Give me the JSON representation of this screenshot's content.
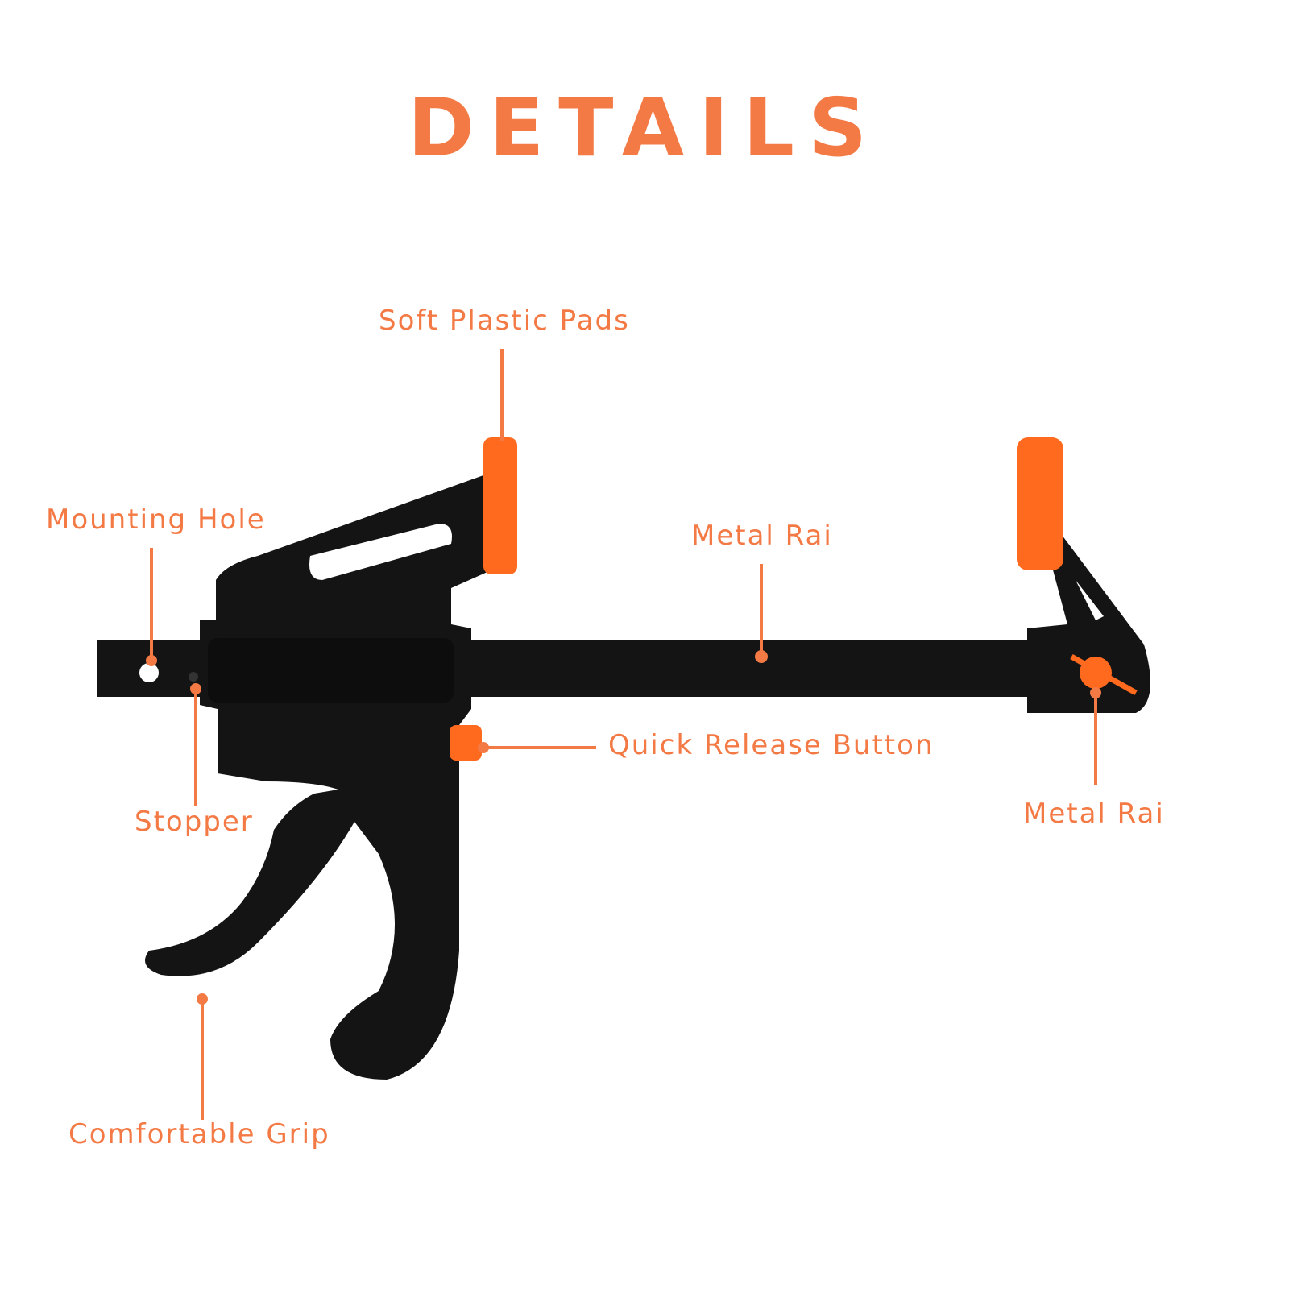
{
  "title": "DETAILS",
  "colors": {
    "accent": "#f47a45",
    "clamp_body": "#141414",
    "pad_orange": "#ff6a1f",
    "background": "#ffffff"
  },
  "labels": {
    "soft_plastic_pads": "Soft Plastic Pads",
    "mounting_hole": "Mounting Hole",
    "metal_rail_top": "Metal Rai",
    "stopper": "Stopper",
    "quick_release_button": "Quick Release Button",
    "metal_rail_right": "Metal Rai",
    "comfortable_grip": "Comfortable Grip"
  }
}
